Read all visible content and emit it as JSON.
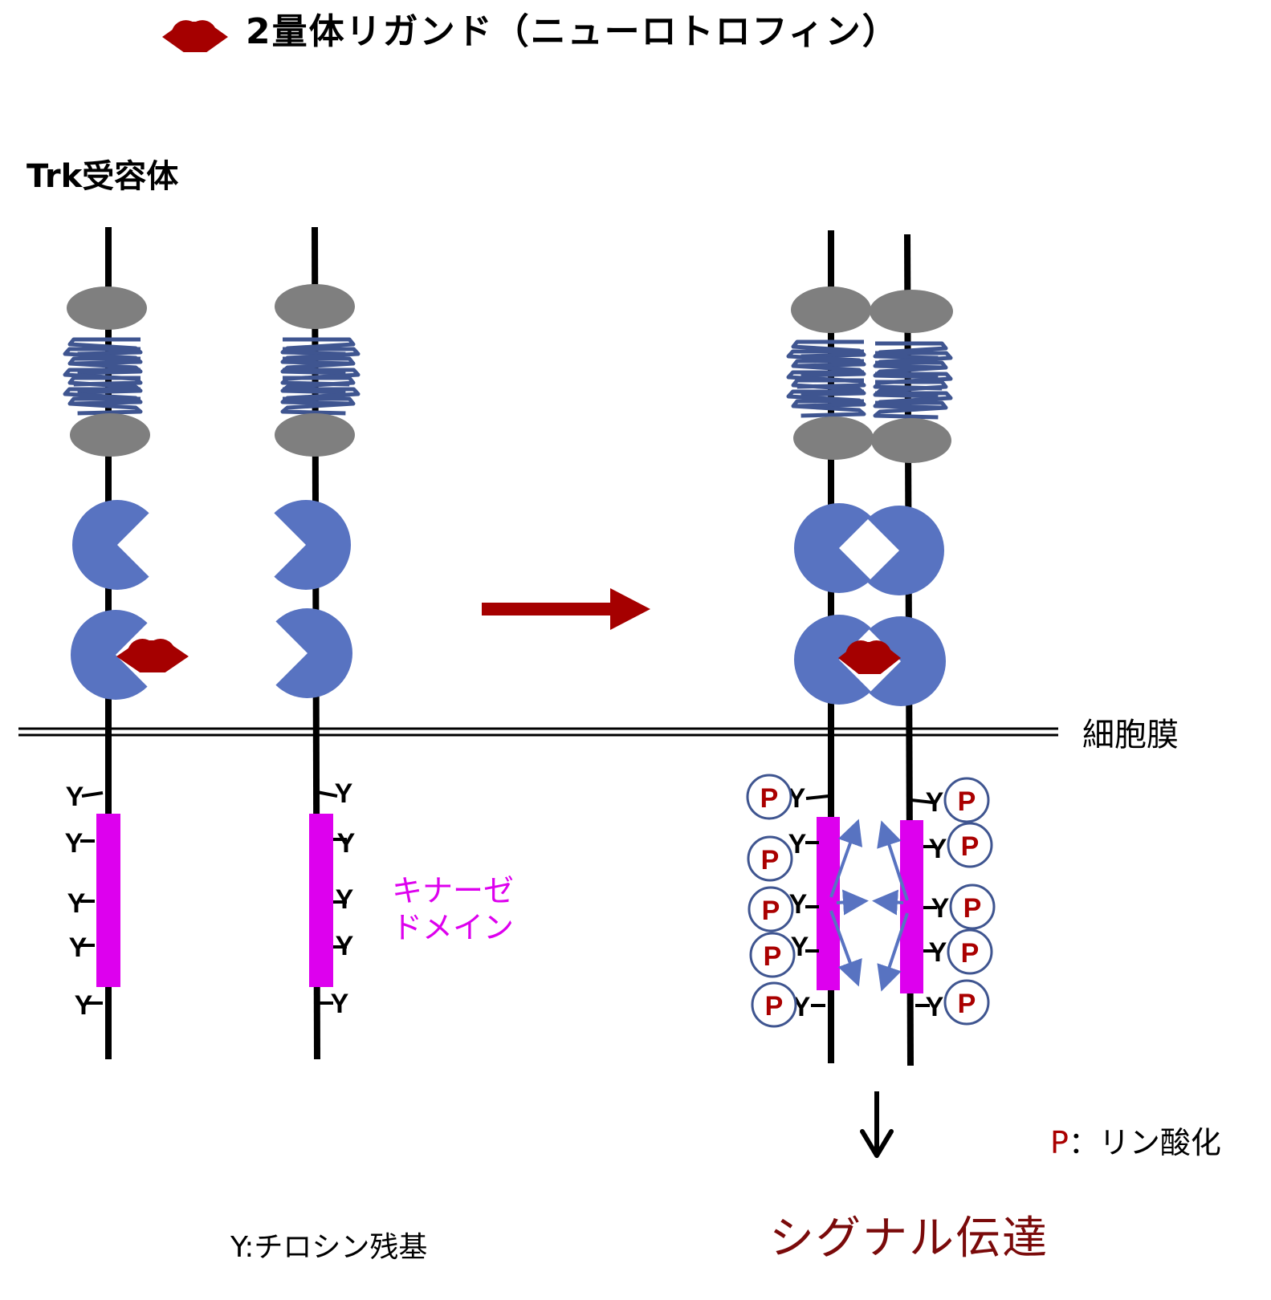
{
  "title": {
    "ligand_icon": "dimer-ligand-icon",
    "text": "2量体リガンド（ニューロトロフィン）"
  },
  "labels": {
    "receptor": "Trk受容体",
    "membrane": "細胞膜",
    "kinase_domain_line1": "キナーゼ",
    "kinase_domain_line2": "ドメイン",
    "tyrosine_legend": "Y:チロシン残基",
    "signal": "シグナル伝達",
    "phospho_legend_symbol": "P",
    "phospho_legend_text": "：リン酸化"
  },
  "symbols": {
    "tyrosine": "Y",
    "phosphate": "P"
  },
  "colors": {
    "receptor_line": "#000000",
    "ig_domain": "#7f7f7f",
    "lrr_domain": "#3f5590",
    "cys_domain": "#5873c1",
    "ligand": "#a50000",
    "kinase": "#dd00ee",
    "transition_arrow": "#a50000",
    "phospho_circle": "#3f5590",
    "phospho_text": "#aa0000",
    "signal_text": "#7a0a0a"
  },
  "states": [
    {
      "name": "inactive-monomers",
      "receptors": 2,
      "ligand_bound": 1,
      "phosphorylated": false
    },
    {
      "name": "active-dimer",
      "receptors": 2,
      "ligand_bound": 1,
      "phosphorylated": true
    }
  ],
  "tyrosines_per_receptor": 5
}
